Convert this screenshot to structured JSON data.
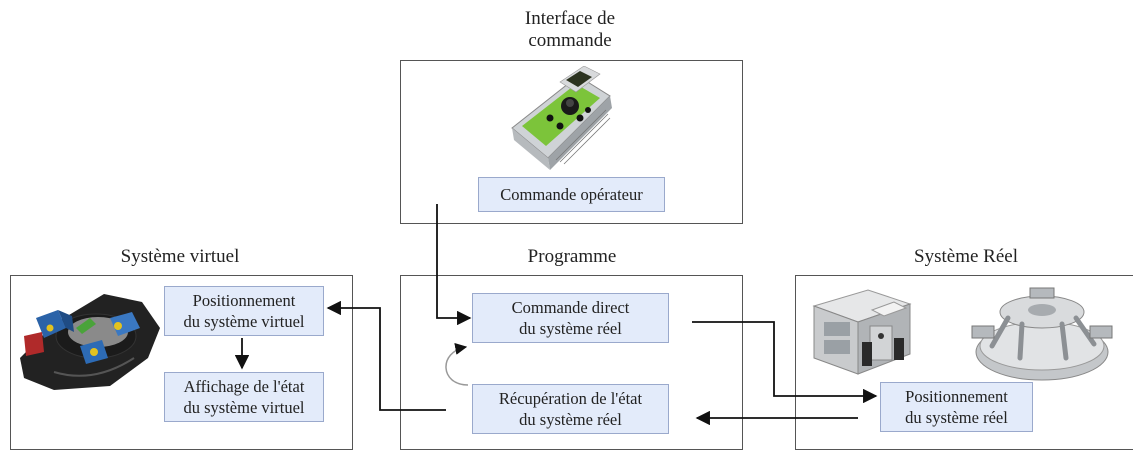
{
  "interface": {
    "title_line1": "Interface de",
    "title_line2": "commande",
    "box": "Commande opérateur",
    "image_icon": "control-console-icon"
  },
  "programme": {
    "title": "Programme",
    "box_command_line1": "Commande direct",
    "box_command_line2": "du système réel",
    "box_recup_line1": "Récupération de l'état",
    "box_recup_line2": "du système réel"
  },
  "virtuel": {
    "title": "Système virtuel",
    "box_pos_line1": "Positionnement",
    "box_pos_line2": "du système virtuel",
    "box_aff_line1": "Affichage de l'état",
    "box_aff_line2": "du système virtuel",
    "image_icon": "virtual-robot-model-icon"
  },
  "reel": {
    "title": "Système Réel",
    "box_pos_line1": "Positionnement",
    "box_pos_line2": "du système réel",
    "image1_icon": "gripper-module-icon",
    "image2_icon": "hexapod-platform-icon"
  },
  "colors": {
    "box_fill": "#e3ebfa",
    "box_border": "#9aa9cc",
    "panel_border": "#555555",
    "arrow": "#111111"
  }
}
